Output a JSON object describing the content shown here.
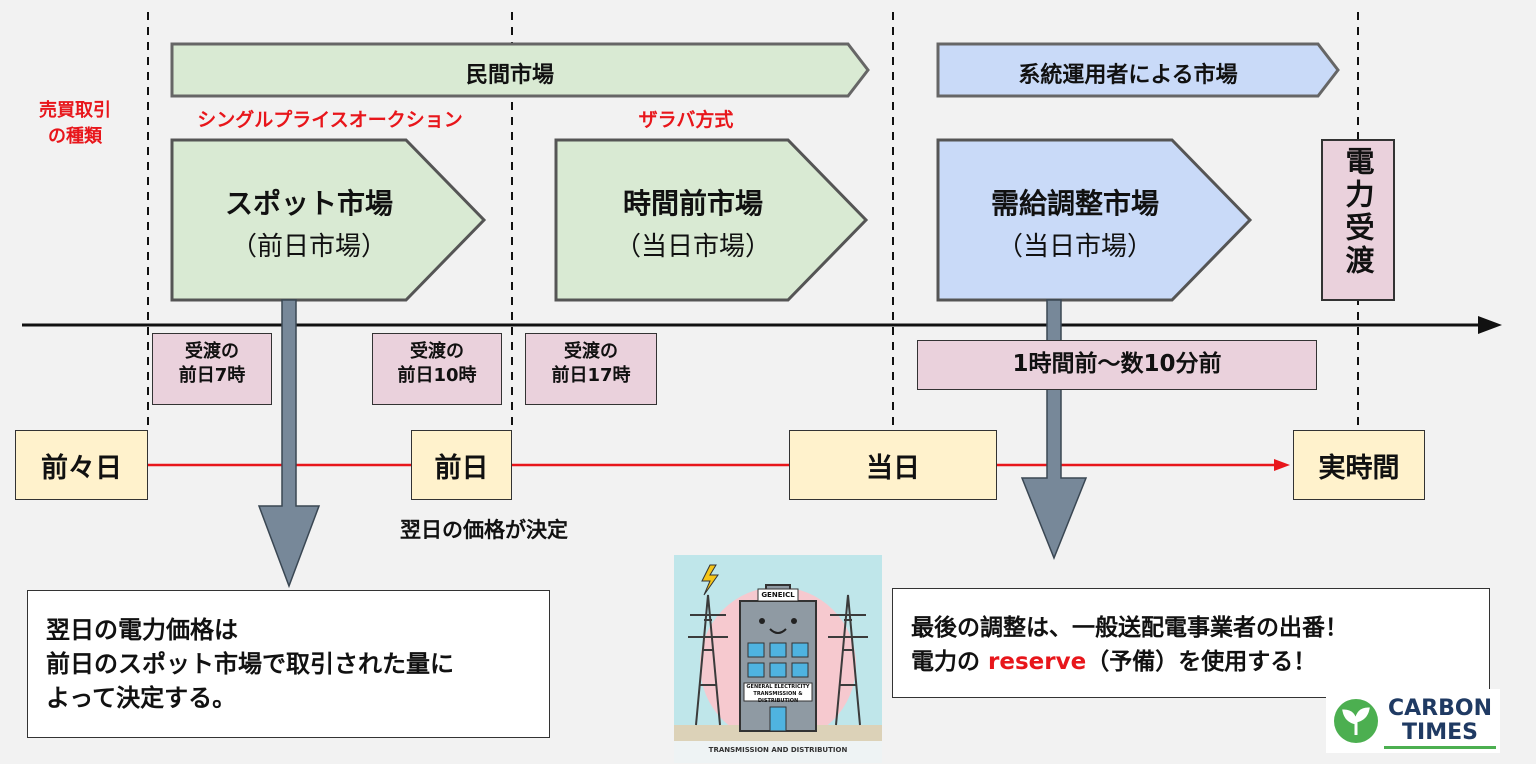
{
  "colors": {
    "red": "#e8161b",
    "green": "#d9ead3",
    "blue": "#c9daf8",
    "pink": "#ead1dc",
    "yellow": "#fff2cc",
    "arrow": "#778899"
  },
  "left_label": {
    "line1": "売買取引",
    "line2": "の種類"
  },
  "banners": {
    "private": "民間市場",
    "operator": "系統運用者による市場"
  },
  "auction_types": {
    "single_price": "シングルプライスオークション",
    "zaraba": "ザラバ方式"
  },
  "markets": [
    {
      "title": "スポット市場",
      "sub": "（前日市場）"
    },
    {
      "title": "時間前市場",
      "sub": "（当日市場）"
    },
    {
      "title": "需給調整市場",
      "sub": "（当日市場）"
    }
  ],
  "delivery": "電力受渡",
  "time_boxes": [
    {
      "line1": "受渡の",
      "line2": "前日7時"
    },
    {
      "line1": "受渡の",
      "line2": "前日10時"
    },
    {
      "line1": "受渡の",
      "line2": "前日17時"
    }
  ],
  "time_box_balancing": "1時間前〜数10分前",
  "days": [
    "前々日",
    "前日",
    "当日",
    "実時間"
  ],
  "price_decided": "翌日の価格が決定",
  "note_left": {
    "line1": "翌日の電力価格は",
    "line2": "前日のスポット市場で取引された量に",
    "line3": "よって決定する。"
  },
  "note_right": {
    "line1": "最後の調整は、一般送配電事業者の出番！",
    "line2_pre": "電力の ",
    "line2_red": "reserve",
    "line2_post": "（予備）を使用する！"
  },
  "illustration": {
    "sign": "GENEICL",
    "building_label1": "GENERAL ELECTRICITY",
    "building_label2": "TRANSMISSION & DISTRIBUTION",
    "caption": "TRANSMISSION AND DISTRIBUTION",
    "icon": "lightning-icon"
  },
  "logo": {
    "line1": "CARBON",
    "line2": "TIMES",
    "icon": "leaf-icon"
  }
}
